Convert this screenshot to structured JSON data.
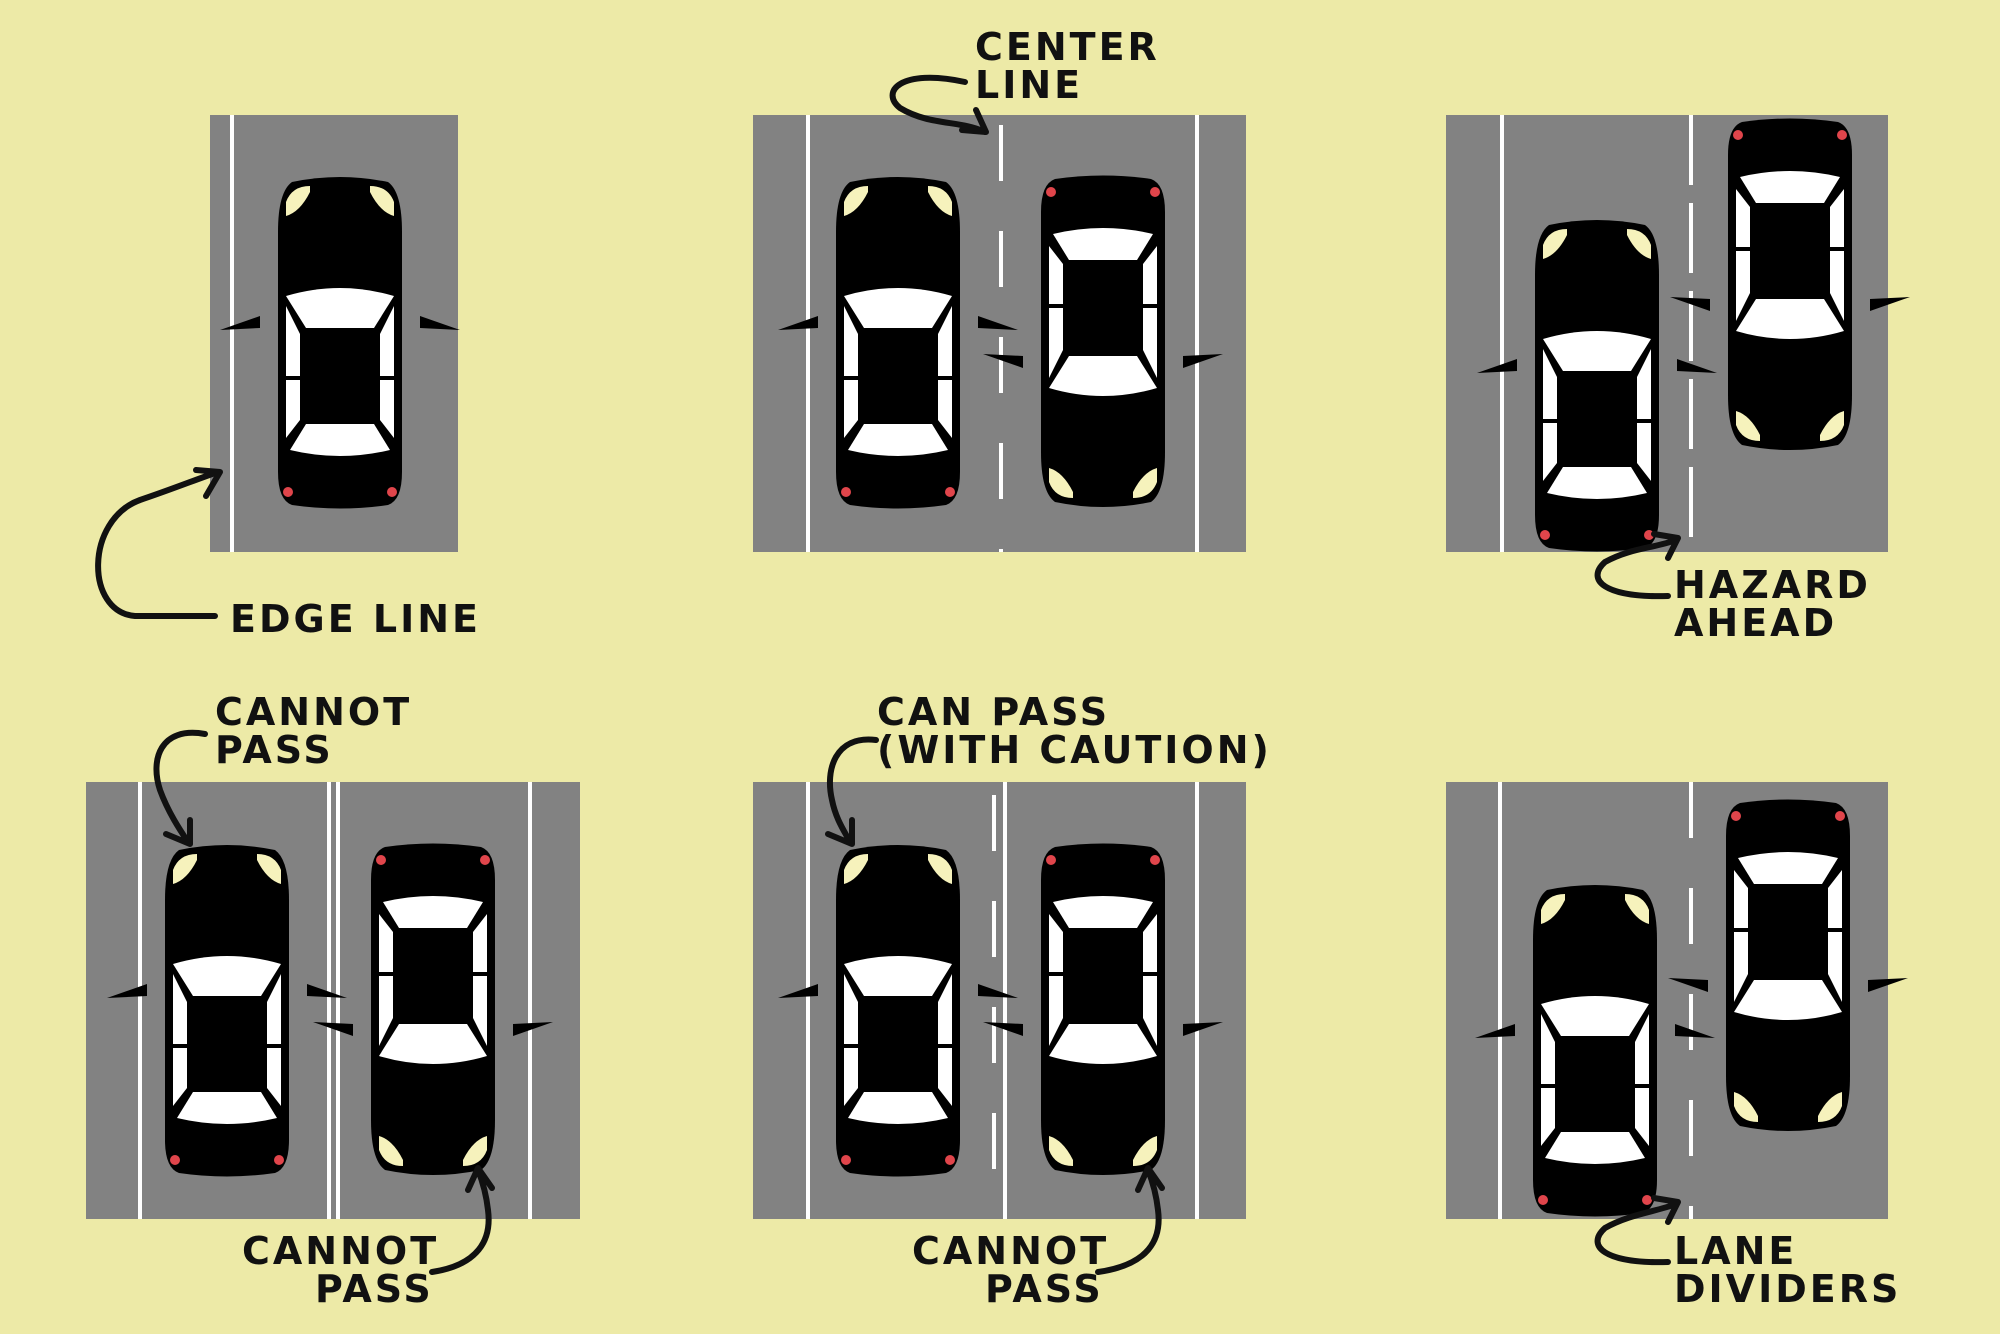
{
  "colors": {
    "background": "#edeaa7",
    "road": "#828282",
    "marking": "#ffffff",
    "car_teal": "#63d1c6",
    "car_teal_dark": "#1fbcad",
    "car_dark": "#47393a",
    "car_dark_roof": "#3a2b2c",
    "headlight": "#f6f2bc",
    "taillight": "#e0454b",
    "label": "#111111"
  },
  "labels": {
    "edge_line": "EDGE LINE",
    "center_line": [
      "CENTER",
      "LINE"
    ],
    "hazard_ahead": [
      "HAZARD",
      "AHEAD"
    ],
    "cannot_pass_top": [
      "CANNOT",
      "PASS"
    ],
    "cannot_pass_bottom_left": [
      "CANNOT",
      "PASS"
    ],
    "can_pass_with_caution": [
      "CAN PASS",
      "(WITH CAUTION)"
    ],
    "cannot_pass_bottom_mid": [
      "CANNOT",
      "PASS"
    ],
    "lane_dividers": [
      "LANE",
      "DIVIDERS"
    ]
  }
}
